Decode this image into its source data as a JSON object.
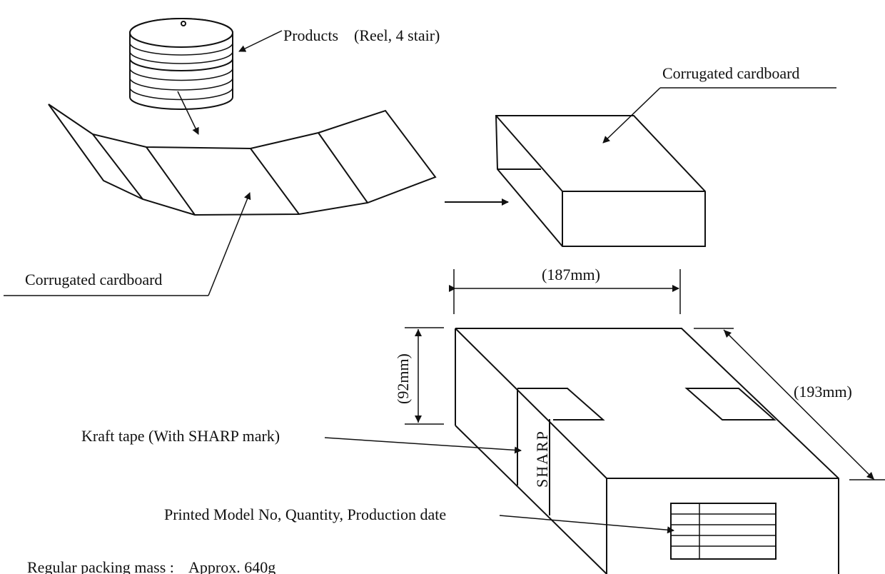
{
  "labels": {
    "products": "Products　(Reel, 4 stair)",
    "corrugated_top": "Corrugated cardboard",
    "corrugated_left": "Corrugated cardboard",
    "width": "(187mm)",
    "height": "(92mm)",
    "depth": "(193mm)",
    "kraft_tape": "Kraft tape (With SHARP mark)",
    "sharp_mark": "SHARP",
    "printed_info": "Printed Model No, Quantity, Production date",
    "mass_label": "Regular packing mass :",
    "mass_value": "Approx. 640g"
  }
}
